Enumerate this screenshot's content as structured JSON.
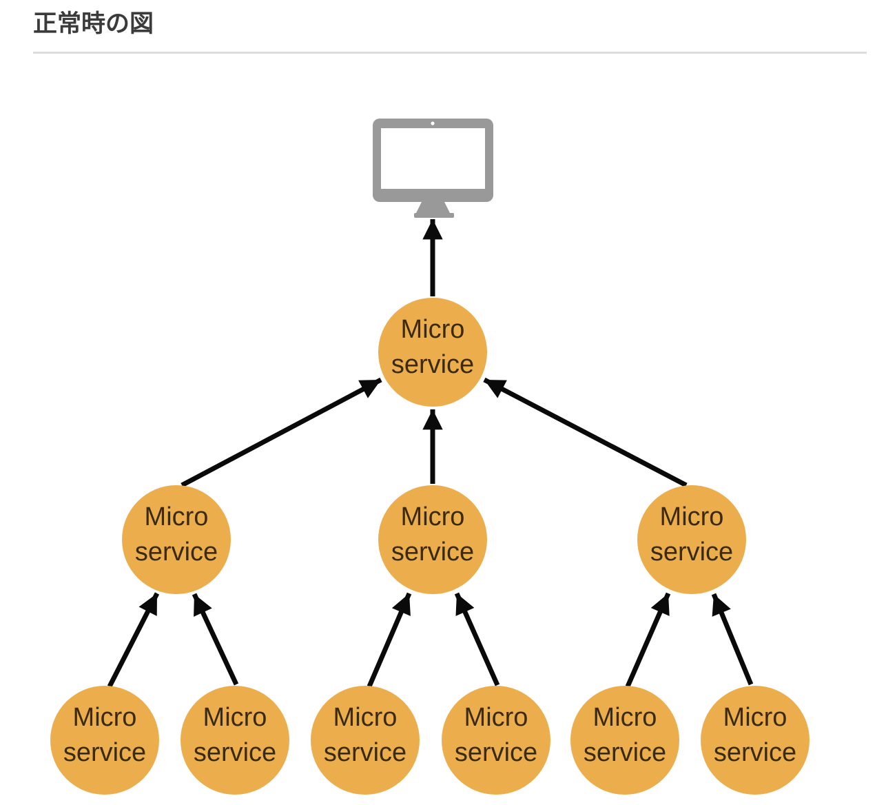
{
  "page": {
    "title": "正常時の図",
    "background": "#ffffff"
  },
  "diagram": {
    "type": "tree",
    "description_icon": "monitor-icon",
    "node_label": {
      "line1": "Micro",
      "line2": "service"
    },
    "colors": {
      "node_fill": "#ECAE4C",
      "node_text": "#3A2A10",
      "arrow": "#0a0a0a",
      "monitor": "#999999",
      "monitor_screen": "#ffffff",
      "title_text": "#3b3b3b",
      "rule": "#dcdcdc"
    },
    "structure": {
      "tiers": [
        1,
        1,
        3,
        6
      ],
      "edges": [
        {
          "from": "service-top",
          "to": "client-monitor"
        },
        {
          "from": "service-mid-1",
          "to": "service-top"
        },
        {
          "from": "service-mid-2",
          "to": "service-top"
        },
        {
          "from": "service-mid-3",
          "to": "service-top"
        },
        {
          "from": "service-bottom-1",
          "to": "service-mid-1"
        },
        {
          "from": "service-bottom-2",
          "to": "service-mid-1"
        },
        {
          "from": "service-bottom-3",
          "to": "service-mid-2"
        },
        {
          "from": "service-bottom-4",
          "to": "service-mid-2"
        },
        {
          "from": "service-bottom-5",
          "to": "service-mid-3"
        },
        {
          "from": "service-bottom-6",
          "to": "service-mid-3"
        }
      ]
    }
  }
}
